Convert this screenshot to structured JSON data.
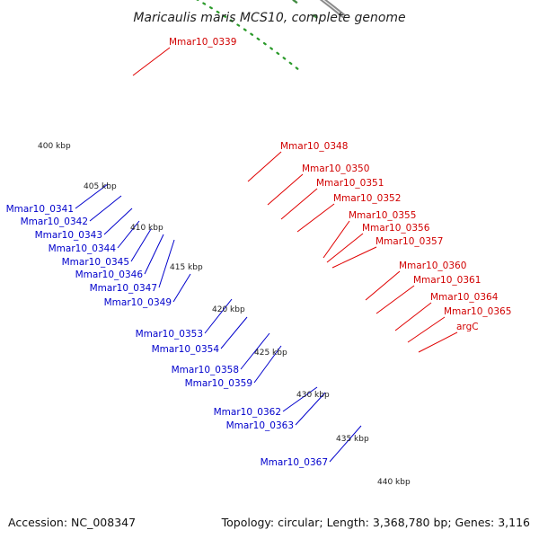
{
  "title": "Maricaulis maris MCS10, complete genome",
  "footer": {
    "accession": "Accession: NC_008347",
    "topology": "Topology: circular; Length: 3,368,780 bp; Genes: 3,116"
  },
  "kbp_ticks": [
    "400 kbp",
    "405 kbp",
    "410 kbp",
    "415 kbp",
    "420 kbp",
    "425 kbp",
    "430 kbp",
    "435 kbp",
    "440 kbp"
  ],
  "forward_labels": [
    "Mmar10_0339",
    "Mmar10_0348",
    "Mmar10_0350",
    "Mmar10_0351",
    "Mmar10_0352",
    "Mmar10_0355",
    "Mmar10_0356",
    "Mmar10_0357",
    "Mmar10_0360",
    "Mmar10_0361",
    "Mmar10_0364",
    "Mmar10_0365",
    "argC"
  ],
  "reverse_labels": [
    "Mmar10_0341",
    "Mmar10_0342",
    "Mmar10_0343",
    "Mmar10_0344",
    "Mmar10_0345",
    "Mmar10_0346",
    "Mmar10_0347",
    "Mmar10_0349",
    "Mmar10_0353",
    "Mmar10_0354",
    "Mmar10_0358",
    "Mmar10_0359",
    "Mmar10_0362",
    "Mmar10_0363",
    "Mmar10_0367"
  ],
  "colors": {
    "forward_gene": "#ee1111",
    "reverse_gene": "#1a1ae6",
    "backbone": "#8a8a8a",
    "guide_dots": "#2a9a2a",
    "forward_label": "#d10000",
    "reverse_label": "#0000cc"
  }
}
